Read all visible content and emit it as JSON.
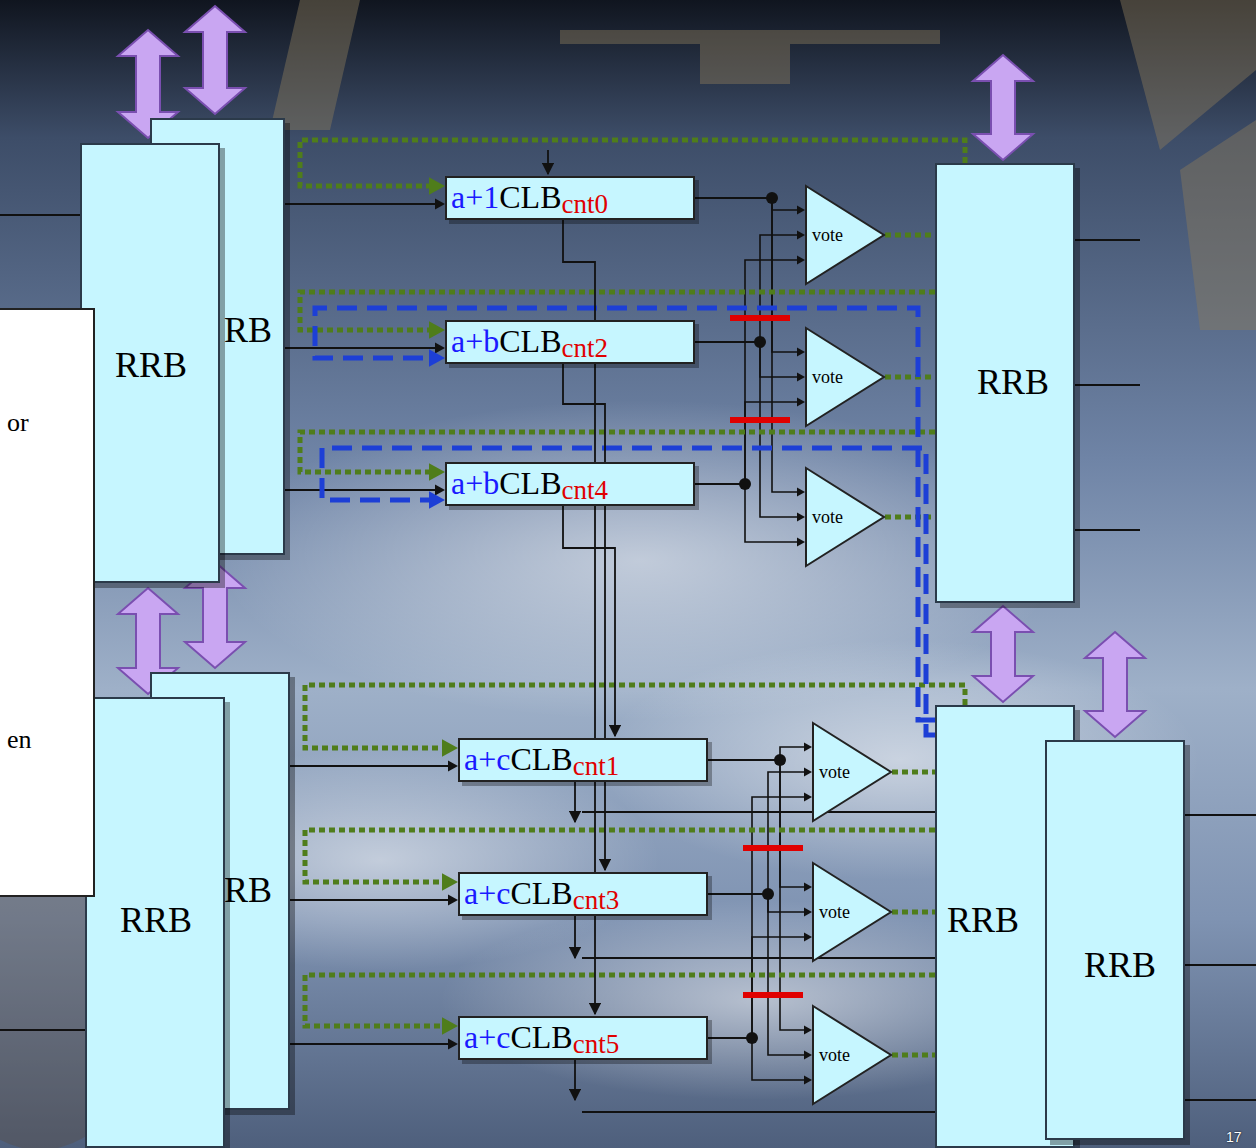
{
  "diagram": {
    "nodes": [
      {
        "text": [
          "RB"
        ]
      },
      {
        "text": [
          "RRB"
        ]
      },
      {
        "text": [
          "or",
          "en"
        ]
      },
      {
        "text": [
          "a+1",
          "CLB",
          "cnt0"
        ]
      },
      {
        "text": [
          "vote"
        ]
      },
      {
        "text": [
          "a+b",
          "CLB",
          "cnt2"
        ]
      },
      {
        "text": [
          "vote"
        ]
      },
      {
        "text": [
          "a+b",
          "CLB",
          "cnt4"
        ]
      },
      {
        "text": [
          "vote"
        ]
      },
      {
        "text": [
          "RRB"
        ]
      },
      {
        "text": [
          "RB"
        ]
      },
      {
        "text": [
          "RRB"
        ]
      },
      {
        "text": [
          "a+c",
          "CLB",
          "cnt1"
        ]
      },
      {
        "text": [
          "vote"
        ]
      },
      {
        "text": [
          "a+c",
          "CLB",
          "cnt3"
        ]
      },
      {
        "text": [
          "vote"
        ]
      },
      {
        "text": [
          "a+c",
          "CLB",
          "cnt5"
        ]
      },
      {
        "text": [
          "vote"
        ]
      },
      {
        "text": [
          "RRB"
        ]
      },
      {
        "text": [
          "RRB"
        ]
      }
    ],
    "edges": [
      {
        "from": 0,
        "to": 3,
        "arrow": "to"
      },
      {
        "from": 0,
        "to": 5,
        "arrow": "to"
      },
      {
        "from": 0,
        "to": 7,
        "arrow": "to"
      },
      {
        "from": 3,
        "to": 4,
        "arrow": "to"
      },
      {
        "from": 3,
        "to": 6,
        "arrow": "to"
      },
      {
        "from": 3,
        "to": 8,
        "arrow": "to"
      },
      {
        "from": 5,
        "to": 4,
        "arrow": "to"
      },
      {
        "from": 5,
        "to": 6,
        "arrow": "to"
      },
      {
        "from": 5,
        "to": 8,
        "arrow": "to"
      },
      {
        "from": 7,
        "to": 4,
        "arrow": "to"
      },
      {
        "from": 7,
        "to": 6,
        "arrow": "to"
      },
      {
        "from": 7,
        "to": 8,
        "arrow": "to"
      },
      {
        "from": 4,
        "to": 9,
        "arrow": "none"
      },
      {
        "from": 6,
        "to": 9,
        "arrow": "none"
      },
      {
        "from": 8,
        "to": 9,
        "arrow": "none"
      },
      {
        "from": 9,
        "to": 3,
        "arrow": "to"
      },
      {
        "from": 9,
        "to": 5,
        "arrow": "to"
      },
      {
        "from": 9,
        "to": 7,
        "arrow": "to"
      },
      {
        "from": 10,
        "to": 12,
        "arrow": "to"
      },
      {
        "from": 10,
        "to": 14,
        "arrow": "to"
      },
      {
        "from": 10,
        "to": 16,
        "arrow": "to"
      },
      {
        "from": 12,
        "to": 13,
        "arrow": "to"
      },
      {
        "from": 12,
        "to": 15,
        "arrow": "to"
      },
      {
        "from": 12,
        "to": 17,
        "arrow": "to"
      },
      {
        "from": 14,
        "to": 13,
        "arrow": "to"
      },
      {
        "from": 14,
        "to": 15,
        "arrow": "to"
      },
      {
        "from": 14,
        "to": 17,
        "arrow": "to"
      },
      {
        "from": 16,
        "to": 13,
        "arrow": "to"
      },
      {
        "from": 16,
        "to": 15,
        "arrow": "to"
      },
      {
        "from": 16,
        "to": 17,
        "arrow": "to"
      },
      {
        "from": 13,
        "to": 18,
        "arrow": "none"
      },
      {
        "from": 15,
        "to": 18,
        "arrow": "none"
      },
      {
        "from": 17,
        "to": 18,
        "arrow": "none"
      },
      {
        "from": 18,
        "to": 12,
        "arrow": "to"
      },
      {
        "from": 18,
        "to": 14,
        "arrow": "to"
      },
      {
        "from": 18,
        "to": 16,
        "arrow": "to"
      },
      {
        "from": 18,
        "to": 5,
        "arrow": "to"
      },
      {
        "from": 18,
        "to": 7,
        "arrow": "to"
      }
    ],
    "labels": [
      "17"
    ]
  }
}
